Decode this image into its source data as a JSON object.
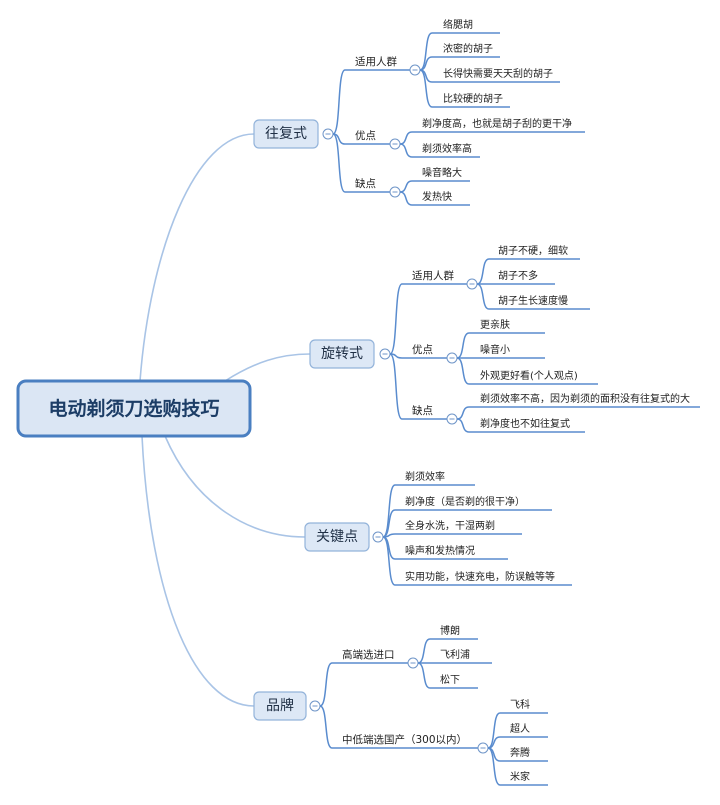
{
  "root": {
    "title": "电动剃须刀选购技巧"
  },
  "branches": [
    {
      "label": "往复式",
      "children": [
        {
          "label": "适用人群",
          "children": [
            {
              "label": "络腮胡"
            },
            {
              "label": "浓密的胡子"
            },
            {
              "label": "长得快需要天天刮的胡子"
            },
            {
              "label": "比较硬的胡子"
            }
          ]
        },
        {
          "label": "优点",
          "children": [
            {
              "label": "剃净度高，也就是胡子刮的更干净"
            },
            {
              "label": "剃须效率高"
            }
          ]
        },
        {
          "label": "缺点",
          "children": [
            {
              "label": "噪音略大"
            },
            {
              "label": "发热快"
            }
          ]
        }
      ]
    },
    {
      "label": "旋转式",
      "children": [
        {
          "label": "适用人群",
          "children": [
            {
              "label": "胡子不硬，细软"
            },
            {
              "label": "胡子不多"
            },
            {
              "label": "胡子生长速度慢"
            }
          ]
        },
        {
          "label": "优点",
          "children": [
            {
              "label": "更亲肤"
            },
            {
              "label": "噪音小"
            },
            {
              "label": "外观更好看(个人观点)"
            }
          ]
        },
        {
          "label": "缺点",
          "children": [
            {
              "label": "剃须效率不高，因为剃须的面积没有往复式的大"
            },
            {
              "label": "剃净度也不如往复式"
            }
          ]
        }
      ]
    },
    {
      "label": "关键点",
      "children": [
        {
          "label": "剃须效率"
        },
        {
          "label": "剃净度（是否剃的很干净）"
        },
        {
          "label": "全身水洗，干湿两剃"
        },
        {
          "label": "噪声和发热情况"
        },
        {
          "label": "实用功能，快速充电，防误触等等"
        }
      ]
    },
    {
      "label": "品牌",
      "children": [
        {
          "label": "高端选进口",
          "children": [
            {
              "label": "博朗"
            },
            {
              "label": "飞利浦"
            },
            {
              "label": "松下"
            }
          ]
        },
        {
          "label": "中低端选国产（300以内）",
          "children": [
            {
              "label": "飞科"
            },
            {
              "label": "超人"
            },
            {
              "label": "奔腾"
            },
            {
              "label": "米家"
            }
          ]
        }
      ]
    }
  ],
  "colors": {
    "root_border": "#4a7fc1",
    "root_fill": "#dbe6f4",
    "branch_fill": "#dde8f6",
    "line": "#5a8cce"
  },
  "icons": {
    "collapse_toggle": "collapse-minus-icon"
  }
}
